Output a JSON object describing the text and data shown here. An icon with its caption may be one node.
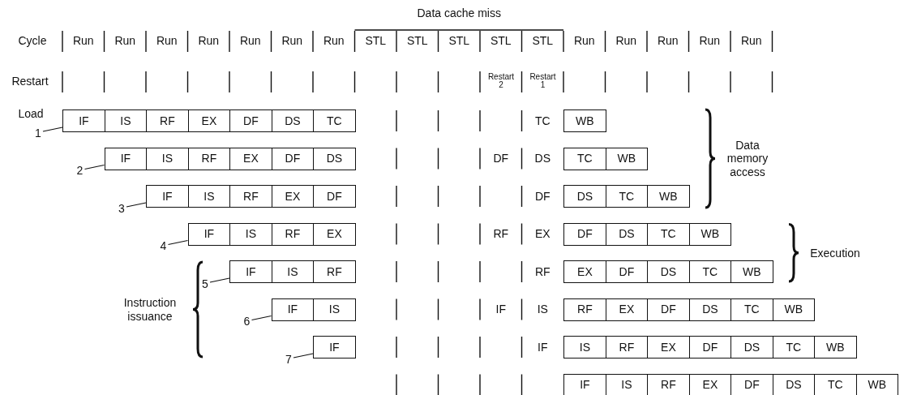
{
  "diagram": {
    "nodes": [
      {
        "text": [
          "1"
        ]
      },
      {
        "text": [
          "IF"
        ]
      },
      {
        "text": [
          "IS"
        ]
      },
      {
        "text": [
          "RF"
        ]
      },
      {
        "text": [
          "EX"
        ]
      },
      {
        "text": [
          "DF"
        ]
      },
      {
        "text": [
          "DS"
        ]
      },
      {
        "text": [
          "TC"
        ]
      },
      {
        "text": [
          "WB"
        ]
      },
      {
        "text": [
          "2"
        ]
      },
      {
        "text": [
          "IF"
        ]
      },
      {
        "text": [
          "IS"
        ]
      },
      {
        "text": [
          "RF"
        ]
      },
      {
        "text": [
          "EX"
        ]
      },
      {
        "text": [
          "DF"
        ]
      },
      {
        "text": [
          "DS"
        ]
      },
      {
        "text": [
          "TC"
        ]
      },
      {
        "text": [
          "WB"
        ]
      },
      {
        "text": [
          "3"
        ]
      },
      {
        "text": [
          "IF"
        ]
      },
      {
        "text": [
          "IS"
        ]
      },
      {
        "text": [
          "RF"
        ]
      },
      {
        "text": [
          "EX"
        ]
      },
      {
        "text": [
          "DF"
        ]
      },
      {
        "text": [
          "DS"
        ]
      },
      {
        "text": [
          "TC"
        ]
      },
      {
        "text": [
          "WB"
        ]
      },
      {
        "text": [
          "4"
        ]
      },
      {
        "text": [
          "IF"
        ]
      },
      {
        "text": [
          "IS"
        ]
      },
      {
        "text": [
          "RF"
        ]
      },
      {
        "text": [
          "EX"
        ]
      },
      {
        "text": [
          "DF"
        ]
      },
      {
        "text": [
          "DS"
        ]
      },
      {
        "text": [
          "TC"
        ]
      },
      {
        "text": [
          "WB"
        ]
      },
      {
        "text": [
          "5"
        ]
      },
      {
        "text": [
          "IF"
        ]
      },
      {
        "text": [
          "IS"
        ]
      },
      {
        "text": [
          "RF"
        ]
      },
      {
        "text": [
          "EX"
        ]
      },
      {
        "text": [
          "DF"
        ]
      },
      {
        "text": [
          "DS"
        ]
      },
      {
        "text": [
          "TC"
        ]
      },
      {
        "text": [
          "WB"
        ]
      },
      {
        "text": [
          "6"
        ]
      },
      {
        "text": [
          "IF"
        ]
      },
      {
        "text": [
          "IS"
        ]
      },
      {
        "text": [
          "RF"
        ]
      },
      {
        "text": [
          "EX"
        ]
      },
      {
        "text": [
          "DF"
        ]
      },
      {
        "text": [
          "DS"
        ]
      },
      {
        "text": [
          "TC"
        ]
      },
      {
        "text": [
          "WB"
        ]
      },
      {
        "text": [
          "7"
        ]
      },
      {
        "text": [
          "IF"
        ]
      },
      {
        "text": [
          "IS"
        ]
      },
      {
        "text": [
          "RF"
        ]
      },
      {
        "text": [
          "EX"
        ]
      },
      {
        "text": [
          "DF"
        ]
      },
      {
        "text": [
          "DS"
        ]
      },
      {
        "text": [
          "TC"
        ]
      },
      {
        "text": [
          "WB"
        ]
      },
      {
        "text": [
          "IF"
        ]
      },
      {
        "text": [
          "IS"
        ]
      },
      {
        "text": [
          "RF"
        ]
      },
      {
        "text": [
          "EX"
        ]
      },
      {
        "text": [
          "DF"
        ]
      },
      {
        "text": [
          "DS"
        ]
      },
      {
        "text": [
          "TC"
        ]
      },
      {
        "text": [
          "WB"
        ]
      }
    ],
    "edges": [
      {
        "from": 0,
        "to": 1,
        "arrow": "none"
      },
      {
        "from": 9,
        "to": 10,
        "arrow": "none"
      },
      {
        "from": 18,
        "to": 19,
        "arrow": "none"
      },
      {
        "from": 27,
        "to": 28,
        "arrow": "none"
      },
      {
        "from": 36,
        "to": 37,
        "arrow": "none"
      },
      {
        "from": 45,
        "to": 46,
        "arrow": "none"
      },
      {
        "from": 54,
        "to": 55,
        "arrow": "none"
      }
    ],
    "labels": [
      "Data cache miss",
      "Cycle",
      "Run",
      "Run",
      "Run",
      "Run",
      "Run",
      "Run",
      "Run",
      "STL",
      "STL",
      "STL",
      "STL",
      "STL",
      "Run",
      "Run",
      "Run",
      "Run",
      "Run",
      "Restart",
      "Restart 2",
      "Restart 1",
      "Load",
      "TC",
      "Data memory access",
      "DF",
      "DS",
      "DF",
      "RF",
      "EX",
      "Execution",
      "RF",
      "Instruction issuance",
      "IF",
      "IS",
      "IF"
    ]
  }
}
